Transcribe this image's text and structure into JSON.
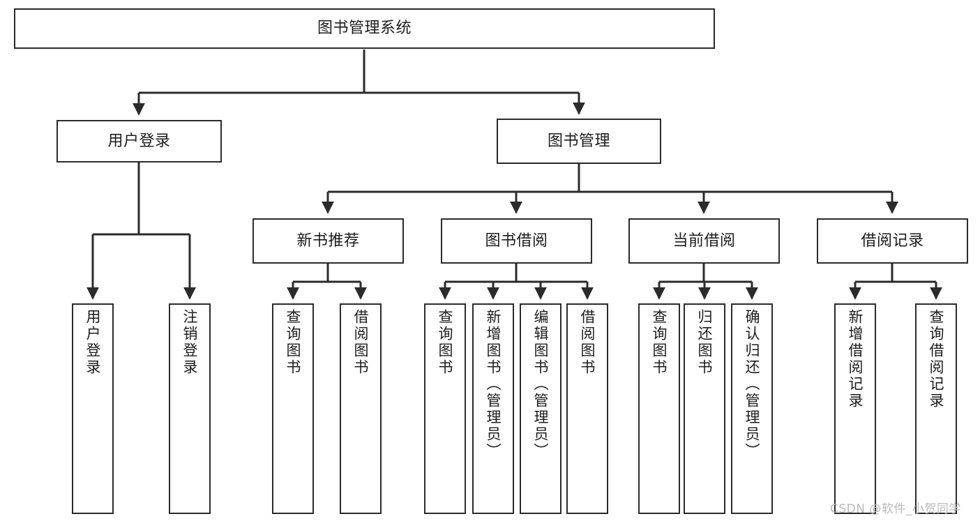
{
  "diagram": {
    "title": "图书管理系统",
    "watermark": "CSDN @软件_小贺同学",
    "colors": {
      "background": "#ffffff",
      "node_border": "#2b2b2b",
      "node_fill": "#ffffff",
      "edge": "#2b2b2b",
      "text": "#1c1c1c",
      "watermark": "#b9b9b9"
    },
    "root": {
      "label": "图书管理系统"
    },
    "level2": [
      {
        "label": "用户登录"
      },
      {
        "label": "图书管理"
      }
    ],
    "level3": [
      {
        "label": "新书推荐"
      },
      {
        "label": "图书借阅"
      },
      {
        "label": "当前借阅"
      },
      {
        "label": "借阅记录"
      }
    ],
    "leaves": {
      "user_login": [
        {
          "label": "用户登录"
        },
        {
          "label": "注销登录"
        }
      ],
      "new_book_recommend": [
        {
          "label": "查询图书"
        },
        {
          "label": "借阅图书"
        }
      ],
      "book_borrow": [
        {
          "label": "查询图书"
        },
        {
          "label": "新增图书（管理员）"
        },
        {
          "label": "编辑图书（管理员）"
        },
        {
          "label": "借阅图书"
        }
      ],
      "current_borrow": [
        {
          "label": "查询图书"
        },
        {
          "label": "归还图书"
        },
        {
          "label": "确认归还（管理员）"
        }
      ],
      "borrow_record": [
        {
          "label": "新增借阅记录"
        },
        {
          "label": "查询借阅记录"
        }
      ]
    }
  },
  "chart_data": {
    "type": "diagram",
    "title": "图书管理系统",
    "layout": "top-down tree / functional structure chart",
    "edge_style": "orthogonal with arrowheads",
    "nodes": [
      {
        "id": "root",
        "label": "图书管理系统",
        "level": 0
      },
      {
        "id": "login",
        "label": "用户登录",
        "level": 1,
        "parent": "root"
      },
      {
        "id": "bookmgmt",
        "label": "图书管理",
        "level": 1,
        "parent": "root"
      },
      {
        "id": "login-a",
        "label": "用户登录",
        "level": 2,
        "parent": "login"
      },
      {
        "id": "login-b",
        "label": "注销登录",
        "level": 2,
        "parent": "login"
      },
      {
        "id": "recommend",
        "label": "新书推荐",
        "level": 2,
        "parent": "bookmgmt"
      },
      {
        "id": "borrow",
        "label": "图书借阅",
        "level": 2,
        "parent": "bookmgmt"
      },
      {
        "id": "current",
        "label": "当前借阅",
        "level": 2,
        "parent": "bookmgmt"
      },
      {
        "id": "record",
        "label": "借阅记录",
        "level": 2,
        "parent": "bookmgmt"
      },
      {
        "id": "rec-a",
        "label": "查询图书",
        "level": 3,
        "parent": "recommend"
      },
      {
        "id": "rec-b",
        "label": "借阅图书",
        "level": 3,
        "parent": "recommend"
      },
      {
        "id": "bor-a",
        "label": "查询图书",
        "level": 3,
        "parent": "borrow"
      },
      {
        "id": "bor-b",
        "label": "新增图书（管理员）",
        "level": 3,
        "parent": "borrow"
      },
      {
        "id": "bor-c",
        "label": "编辑图书（管理员）",
        "level": 3,
        "parent": "borrow"
      },
      {
        "id": "bor-d",
        "label": "借阅图书",
        "level": 3,
        "parent": "borrow"
      },
      {
        "id": "cur-a",
        "label": "查询图书",
        "level": 3,
        "parent": "current"
      },
      {
        "id": "cur-b",
        "label": "归还图书",
        "level": 3,
        "parent": "current"
      },
      {
        "id": "cur-c",
        "label": "确认归还（管理员）",
        "level": 3,
        "parent": "current"
      },
      {
        "id": "recd-a",
        "label": "新增借阅记录",
        "level": 3,
        "parent": "record"
      },
      {
        "id": "recd-b",
        "label": "查询借阅记录",
        "level": 3,
        "parent": "record"
      }
    ]
  }
}
